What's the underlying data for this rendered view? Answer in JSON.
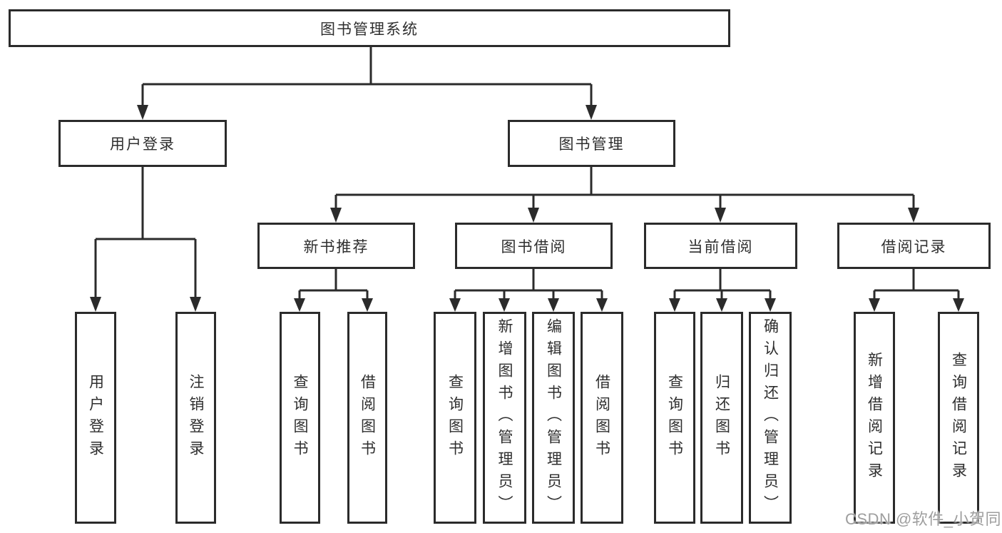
{
  "tree": {
    "root": "图书管理系统",
    "children": [
      {
        "label": "用户登录",
        "children": [
          "用户登录",
          "注销登录"
        ]
      },
      {
        "label": "图书管理",
        "children": [
          {
            "label": "新书推荐",
            "children": [
              "查询图书",
              "借阅图书"
            ]
          },
          {
            "label": "图书借阅",
            "children": [
              "查询图书",
              "新增图书（管理员）",
              "编辑图书（管理员）",
              "借阅图书"
            ]
          },
          {
            "label": "当前借阅",
            "children": [
              "查询图书",
              "归还图书",
              "确认归还（管理员）"
            ]
          },
          {
            "label": "借阅记录",
            "children": [
              "新增借阅记录",
              "查询借阅记录"
            ]
          }
        ]
      }
    ]
  },
  "watermark": {
    "text": "CSDN @软件_小贺同学"
  },
  "colors": {
    "line": "#2b2b2b",
    "box_border": "#2b2b2b",
    "text": "#2e2e2e",
    "watermark": "#9e9e9e",
    "background": "#ffffff"
  }
}
